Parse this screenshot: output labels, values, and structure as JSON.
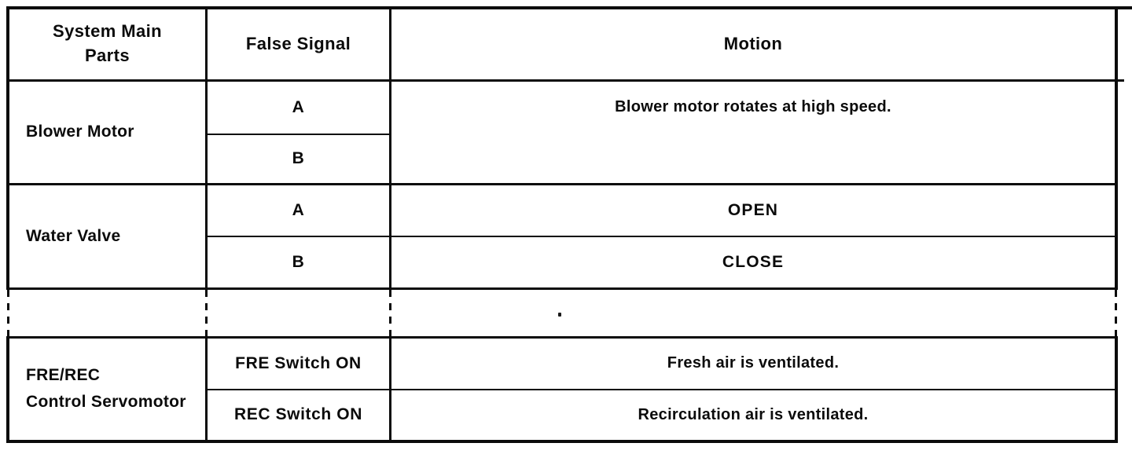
{
  "colors": {
    "ink": "#0b0b0b",
    "paper": "#ffffff"
  },
  "header": {
    "system_main_parts_line1": "System Main",
    "system_main_parts_line2": "Parts",
    "false_signal": "False Signal",
    "motion": "Motion"
  },
  "blower": {
    "part": "Blower Motor",
    "signal_a": "A",
    "signal_b": "B",
    "motion": "Blower motor rotates at high speed."
  },
  "water": {
    "part": "Water Valve",
    "signal_a": "A",
    "signal_b": "B",
    "motion_a": "OPEN",
    "motion_b": "CLOSE"
  },
  "servo": {
    "part_line1": "FRE/REC",
    "part_line2": "Control Servomotor",
    "signal_a": "FRE Switch ON",
    "signal_b": "REC Switch ON",
    "motion_a": "Fresh air is ventilated.",
    "motion_b": "Recirculation air is ventilated."
  }
}
